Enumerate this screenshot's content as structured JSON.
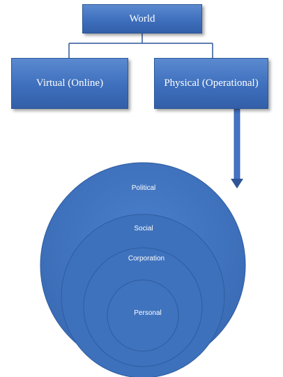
{
  "hierarchy": {
    "root": "World",
    "children": [
      "Virtual (Online)",
      "Physical (Operational)"
    ]
  },
  "nested_circles": [
    "Political",
    "Social",
    "Corporation",
    "Personal"
  ],
  "colors": {
    "box_fill": "#4472c4",
    "box_border": "#2b5797",
    "circle_fill": "#3f74bf",
    "circle_edge": "#2f5c9e",
    "connector": "#2f5597",
    "text": "#ffffff"
  }
}
